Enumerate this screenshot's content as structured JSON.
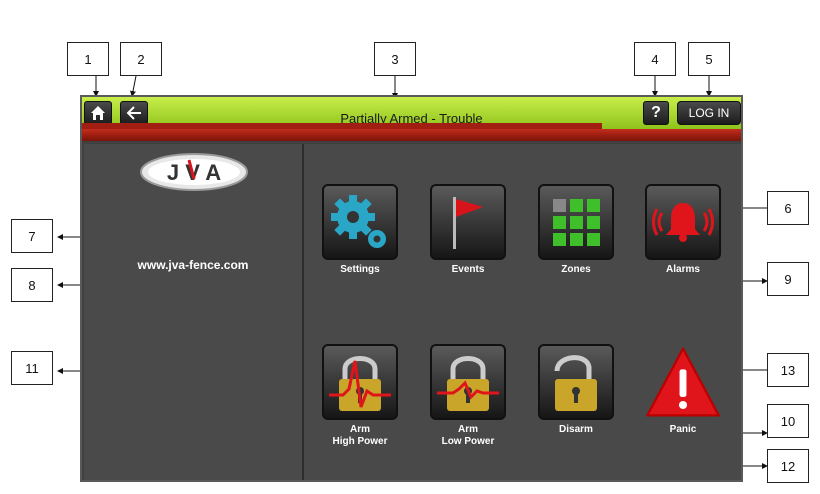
{
  "callouts": [
    "1",
    "2",
    "3",
    "4",
    "5",
    "6",
    "7",
    "8",
    "9",
    "10",
    "11",
    "12",
    "13"
  ],
  "header": {
    "status": "Partially Armed - Trouble",
    "help_label": "?",
    "login_label": "LOG IN"
  },
  "brand": {
    "logo_text": "JVA",
    "website": "www.jva-fence.com"
  },
  "tiles": {
    "settings": "Settings",
    "events": "Events",
    "zones": "Zones",
    "alarms": "Alarms",
    "arm_high_l1": "Arm",
    "arm_high_l2": "High Power",
    "arm_low_l1": "Arm",
    "arm_low_l2": "Low Power",
    "disarm": "Disarm",
    "panic": "Panic"
  },
  "colors": {
    "topbar": "#a6d52a",
    "redbar": "#a11f12",
    "gear": "#2aa7c7",
    "flag": "#d8141b",
    "zone_green": "#3fbf2a",
    "alarm_red": "#e0151b",
    "lock_gold": "#c9a52a",
    "panic_red": "#e0151b"
  },
  "icons": [
    "home-icon",
    "back-arrow-icon",
    "gear-icon",
    "flag-icon",
    "grid-icon",
    "bell-alarm-icon",
    "lock-icon",
    "warning-icon"
  ]
}
